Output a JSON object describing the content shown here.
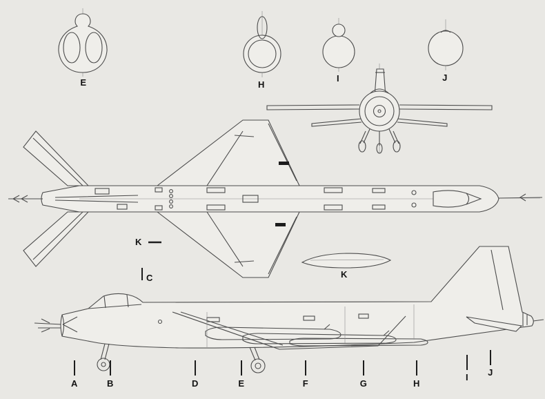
{
  "palette": {
    "background": "#e9e8e4",
    "ink": "#4b4b4b",
    "faint_line": "#8a8a8a",
    "label_color": "#121212",
    "airframe_fill": "#efeeea"
  },
  "cross_sections": {
    "e": {
      "label": "E"
    },
    "h": {
      "label": "H"
    },
    "i": {
      "label": "I"
    },
    "j": {
      "label": "J"
    }
  },
  "plan_view": {
    "k_label": "K",
    "c_label": "C"
  },
  "detail": {
    "k_label": "K"
  },
  "stations": [
    {
      "label": "A"
    },
    {
      "label": "B"
    },
    {
      "label": "D"
    },
    {
      "label": "E"
    },
    {
      "label": "F"
    },
    {
      "label": "G"
    },
    {
      "label": "H"
    },
    {
      "label": "I"
    },
    {
      "label": "J"
    }
  ]
}
